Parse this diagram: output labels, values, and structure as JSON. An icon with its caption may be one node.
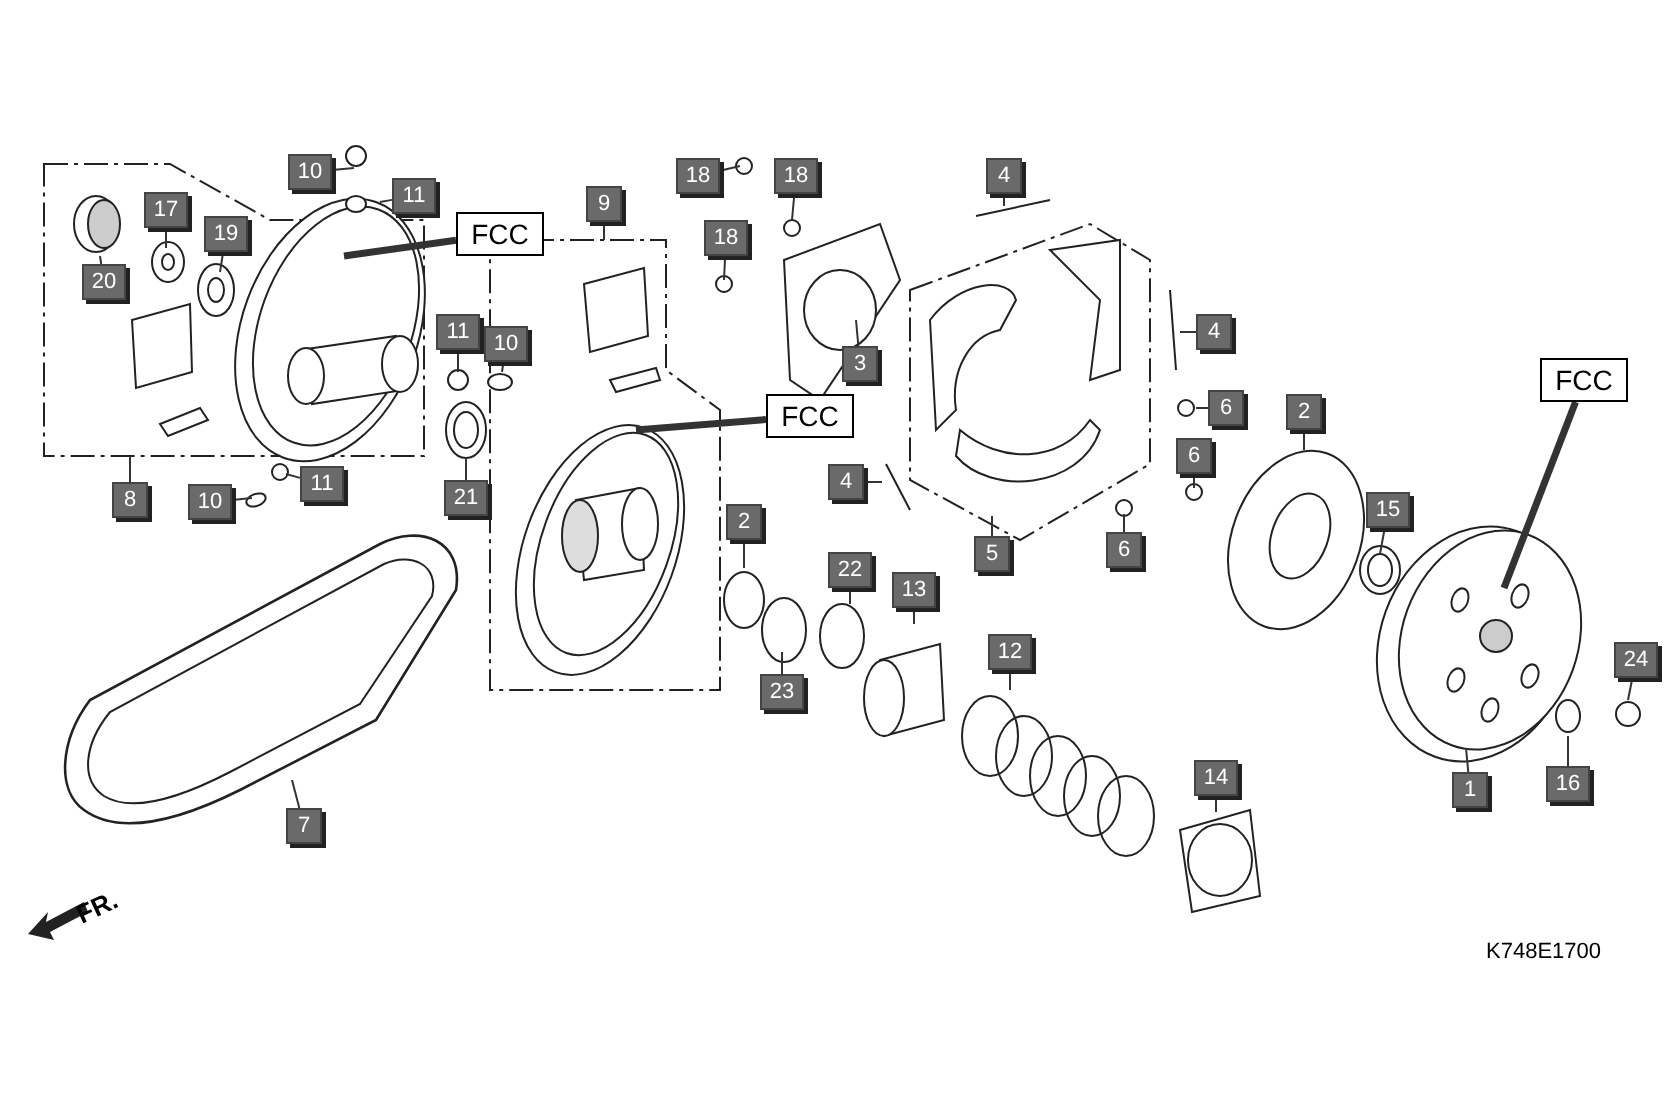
{
  "diagram": {
    "nodes": [
      {
        "text": [
          "10"
        ]
      },
      {
        "text": [
          "11"
        ]
      },
      {
        "text": [
          "17"
        ]
      },
      {
        "text": [
          "19"
        ]
      },
      {
        "text": [
          "20"
        ]
      },
      {
        "text": [
          "FCC"
        ]
      },
      {
        "text": [
          "8"
        ]
      },
      {
        "text": [
          "11"
        ]
      },
      {
        "text": [
          "10"
        ]
      },
      {
        "text": [
          "10"
        ]
      },
      {
        "text": [
          "11"
        ]
      },
      {
        "text": [
          "21"
        ]
      },
      {
        "text": [
          "9"
        ]
      },
      {
        "text": [
          "FCC"
        ]
      },
      {
        "text": [
          "18"
        ]
      },
      {
        "text": [
          "18"
        ]
      },
      {
        "text": [
          "18"
        ]
      },
      {
        "text": [
          "3"
        ]
      },
      {
        "text": [
          "4"
        ]
      },
      {
        "text": [
          "4"
        ]
      },
      {
        "text": [
          "5"
        ]
      },
      {
        "text": [
          "4"
        ]
      },
      {
        "text": [
          "6"
        ]
      },
      {
        "text": [
          "6"
        ]
      },
      {
        "text": [
          "6"
        ]
      },
      {
        "text": [
          "2"
        ]
      },
      {
        "text": [
          "2"
        ]
      },
      {
        "text": [
          "15"
        ]
      },
      {
        "text": [
          "FCC"
        ]
      },
      {
        "text": [
          "1"
        ]
      },
      {
        "text": [
          "24"
        ]
      },
      {
        "text": [
          "16"
        ]
      },
      {
        "text": [
          "22"
        ]
      },
      {
        "text": [
          "13"
        ]
      },
      {
        "text": [
          "23"
        ]
      },
      {
        "text": [
          "12"
        ]
      },
      {
        "text": [
          "14"
        ]
      },
      {
        "text": [
          "7"
        ]
      }
    ],
    "edges": [
      {
        "from": 0,
        "to": null,
        "arrow": "none"
      },
      {
        "from": 1,
        "to": null,
        "arrow": "none"
      },
      {
        "from": 2,
        "to": null,
        "arrow": "none"
      },
      {
        "from": 3,
        "to": null,
        "arrow": "none"
      },
      {
        "from": 4,
        "to": null,
        "arrow": "none"
      },
      {
        "from": 5,
        "to": null,
        "arrow": "none",
        "style": "thick"
      },
      {
        "from": 6,
        "to": null,
        "arrow": "none"
      },
      {
        "from": 7,
        "to": null,
        "arrow": "none"
      },
      {
        "from": 8,
        "to": null,
        "arrow": "none"
      },
      {
        "from": 9,
        "to": null,
        "arrow": "none"
      },
      {
        "from": 10,
        "to": null,
        "arrow": "none"
      },
      {
        "from": 11,
        "to": null,
        "arrow": "none"
      },
      {
        "from": 12,
        "to": null,
        "arrow": "none"
      },
      {
        "from": 13,
        "to": null,
        "arrow": "none",
        "style": "thick"
      },
      {
        "from": 14,
        "to": null,
        "arrow": "none"
      },
      {
        "from": 15,
        "to": null,
        "arrow": "none"
      },
      {
        "from": 16,
        "to": null,
        "arrow": "none"
      },
      {
        "from": 17,
        "to": null,
        "arrow": "none"
      },
      {
        "from": 18,
        "to": null,
        "arrow": "none"
      },
      {
        "from": 19,
        "to": null,
        "arrow": "none"
      },
      {
        "from": 20,
        "to": null,
        "arrow": "none"
      },
      {
        "from": 21,
        "to": null,
        "arrow": "none"
      },
      {
        "from": 22,
        "to": null,
        "arrow": "none"
      },
      {
        "from": 23,
        "to": null,
        "arrow": "none"
      },
      {
        "from": 24,
        "to": null,
        "arrow": "none"
      },
      {
        "from": 25,
        "to": null,
        "arrow": "none"
      },
      {
        "from": 26,
        "to": null,
        "arrow": "none"
      },
      {
        "from": 27,
        "to": null,
        "arrow": "none"
      },
      {
        "from": 28,
        "to": null,
        "arrow": "none",
        "style": "thick"
      },
      {
        "from": 29,
        "to": null,
        "arrow": "none"
      },
      {
        "from": 30,
        "to": null,
        "arrow": "none"
      },
      {
        "from": 31,
        "to": null,
        "arrow": "none"
      },
      {
        "from": 32,
        "to": null,
        "arrow": "none"
      },
      {
        "from": 33,
        "to": null,
        "arrow": "none"
      },
      {
        "from": 34,
        "to": null,
        "arrow": "none"
      },
      {
        "from": 35,
        "to": null,
        "arrow": "none"
      },
      {
        "from": 36,
        "to": null,
        "arrow": "none"
      },
      {
        "from": 37,
        "to": null,
        "arrow": "none"
      }
    ],
    "labels": [
      "FR.",
      "K748E1700"
    ]
  }
}
